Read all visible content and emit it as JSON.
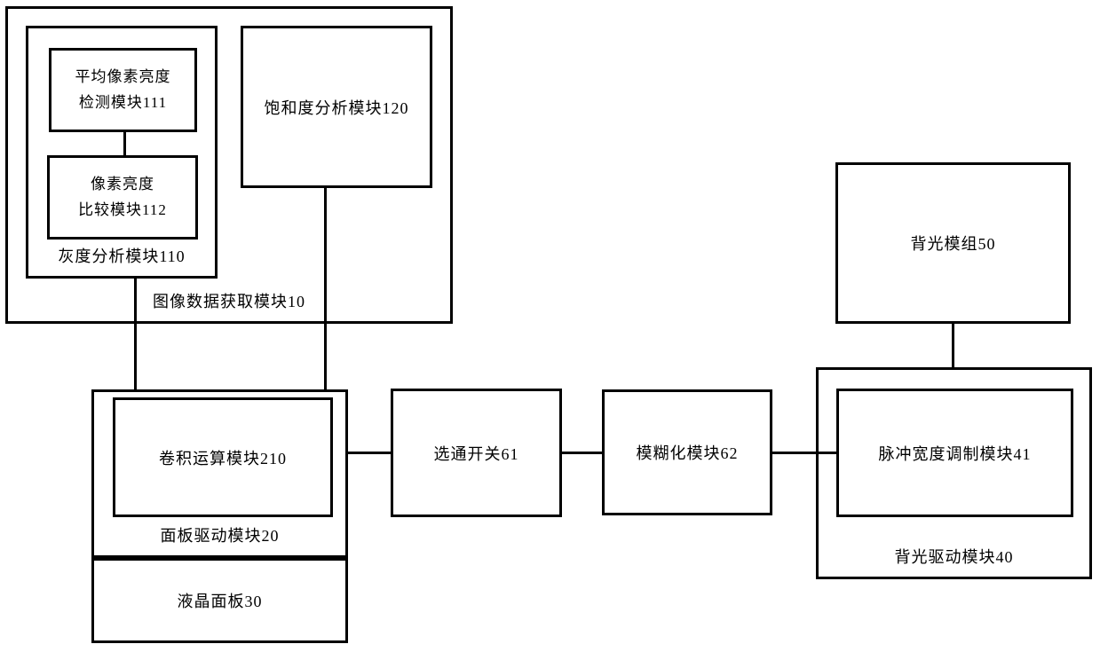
{
  "diagram": {
    "type": "block-diagram",
    "colors": {
      "background": "#ffffff",
      "line": "#000000",
      "text": "#000000"
    },
    "boxes": {
      "image_data_acquisition": {
        "label": "图像数据获取模块10"
      },
      "grayscale_analysis": {
        "label": "灰度分析模块110"
      },
      "avg_pixel_brightness_detection": {
        "line1": "平均像素亮度",
        "line2": "检测模块111"
      },
      "pixel_brightness_comparison": {
        "line1": "像素亮度",
        "line2": "比较模块112"
      },
      "saturation_analysis": {
        "label": "饱和度分析模块120"
      },
      "backlight_module": {
        "label": "背光模组50"
      },
      "panel_drive": {
        "label": "面板驱动模块20"
      },
      "convolution": {
        "label": "卷积运算模块210"
      },
      "lcd_panel": {
        "label": "液晶面板30"
      },
      "gating_switch": {
        "label": "选通开关61"
      },
      "blurring": {
        "label": "模糊化模块62"
      },
      "backlight_drive": {
        "label": "背光驱动模块40"
      },
      "pwm": {
        "label": "脉冲宽度调制模块41"
      }
    },
    "connections": [
      {
        "from": "平均像素亮度检测模块111",
        "to": "像素亮度比较模块112",
        "orientation": "vertical"
      },
      {
        "from": "灰度分析模块110",
        "to": "面板驱动模块20",
        "orientation": "vertical"
      },
      {
        "from": "饱和度分析模块120",
        "to": "面板驱动模块20",
        "orientation": "vertical"
      },
      {
        "from": "面板驱动模块20",
        "to": "选通开关61",
        "orientation": "horizontal"
      },
      {
        "from": "选通开关61",
        "to": "模糊化模块62",
        "orientation": "horizontal"
      },
      {
        "from": "模糊化模块62",
        "to": "脉冲宽度调制模块41",
        "orientation": "horizontal"
      },
      {
        "from": "背光模组50",
        "to": "背光驱动模块40",
        "orientation": "vertical"
      }
    ]
  }
}
